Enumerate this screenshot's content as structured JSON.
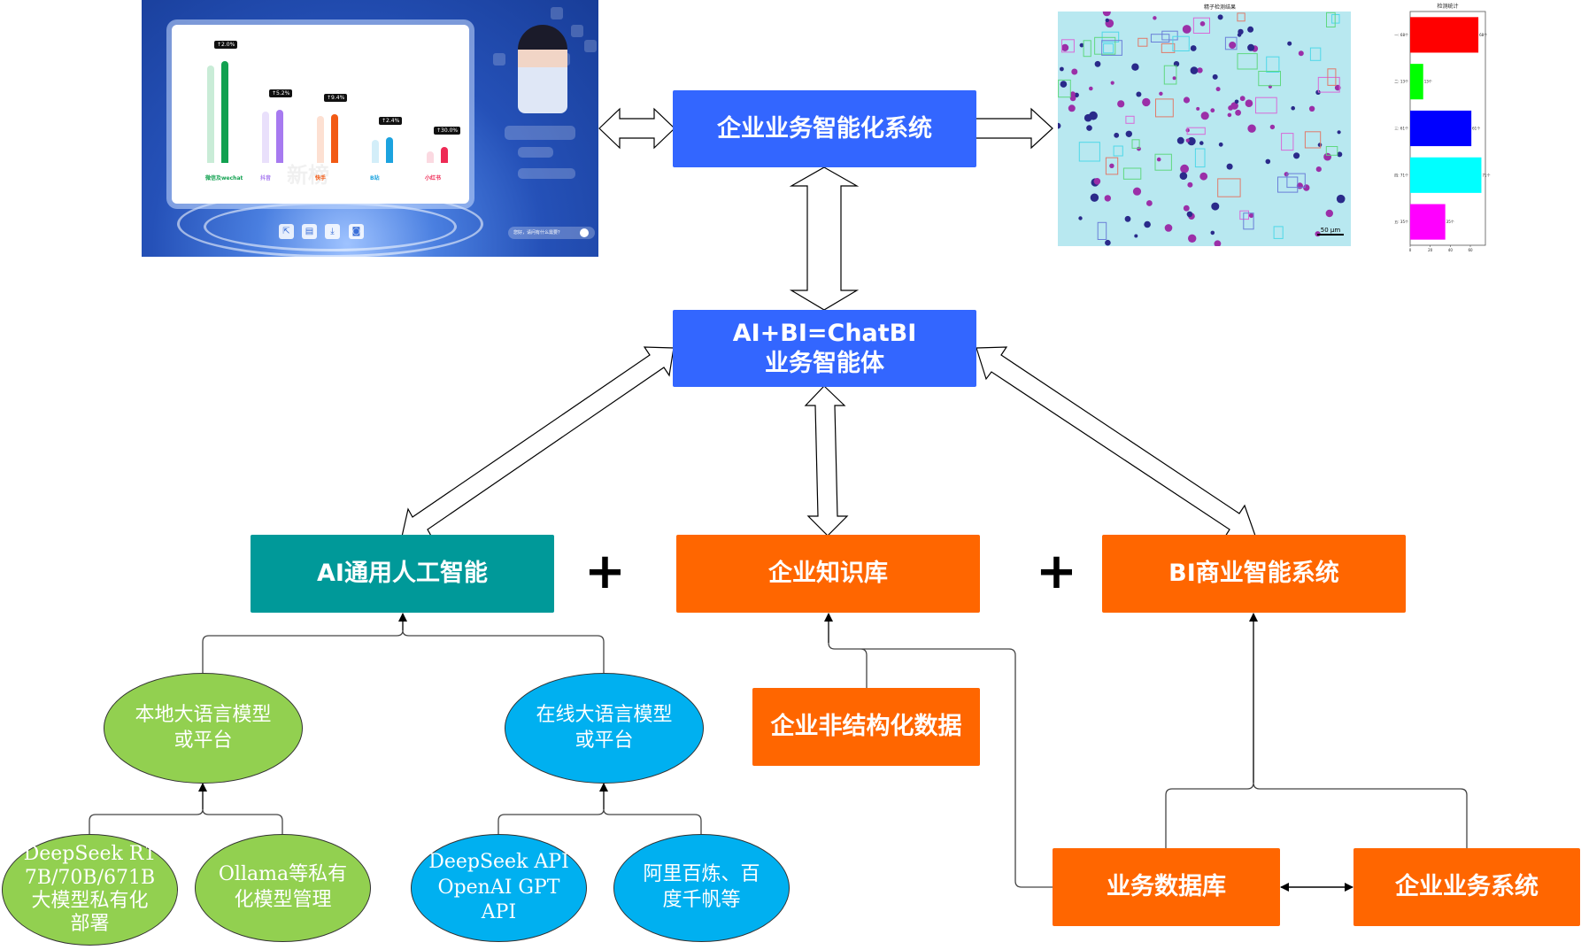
{
  "diagram": {
    "top_system": "企业业务智能化系统",
    "chatbi_line1": "AI+BI=ChatBI",
    "chatbi_line2": "业务智能体",
    "ai_box": "AI通用人工智能",
    "knowledge_box": "企业知识库",
    "bi_box": "BI商业智能系统",
    "unstructured_box": "企业非结构化数据",
    "business_db_box": "业务数据库",
    "business_system_box": "企业业务系统",
    "plus_symbol": "+",
    "local_llm": [
      "本地大语言模型",
      "或平台"
    ],
    "online_llm": [
      "在线大语言模型",
      "或平台"
    ],
    "deepseek_r1": [
      "DeepSeek R1",
      "7B/70B/671B",
      "大模型私有化",
      "部署"
    ],
    "ollama": [
      "Ollama等私有",
      "化模型管理"
    ],
    "deepseek_api": [
      "DeepSeek API",
      "OpenAI GPT",
      "API"
    ],
    "aliyun": [
      "阿里百炼、百",
      "度千帆等"
    ]
  },
  "colors": {
    "blue_box": "#3366FF",
    "teal_box": "#009999",
    "orange_box": "#FF6600",
    "green_ellipse": "#92D050",
    "cyan_ellipse": "#00B0F0"
  },
  "dashboard": {
    "platforms": [
      {
        "name": "微信及wechat",
        "growth": "2.0%",
        "color": "#12a150",
        "light": "#c9ecd7",
        "prev": 0.92,
        "cur": 0.96
      },
      {
        "name": "抖音",
        "growth": "5.2%",
        "color": "#a77af0",
        "light": "#e9e0fb",
        "prev": 0.48,
        "cur": 0.5
      },
      {
        "name": "快手",
        "growth": "9.4%",
        "color": "#f25a14",
        "light": "#fde0d2",
        "prev": 0.44,
        "cur": 0.46
      },
      {
        "name": "B站",
        "growth": "2.4%",
        "color": "#1ca3df",
        "light": "#d3eef9",
        "prev": 0.22,
        "cur": 0.24
      },
      {
        "name": "小红书",
        "growth": "30.0%",
        "color": "#ee2a55",
        "light": "#fbd9e1",
        "prev": 0.11,
        "cur": 0.15
      }
    ],
    "watermark": "新榜",
    "input_placeholder": "您好，请问有什么需要？"
  },
  "microscopy": {
    "title": "精子检测结果",
    "scale_label": "50 μm"
  },
  "chart_data": {
    "type": "bar",
    "orientation": "horizontal",
    "title": "检测统计",
    "categories": [
      "类别一: 68个",
      "类别二: 13个",
      "类别三: 61个",
      "类别四: 71个",
      "类别五: 35个"
    ],
    "values": [
      68,
      13,
      61,
      71,
      35
    ],
    "value_labels": [
      "68个",
      "13个",
      "61个",
      "71个",
      "35个"
    ],
    "colors": [
      "#FF0000",
      "#00FF00",
      "#0000FF",
      "#00FFFF",
      "#FF00FF"
    ],
    "xticks": [
      0,
      20,
      40,
      60
    ],
    "xlim": [
      0,
      75
    ],
    "xlabel": "",
    "ylabel": ""
  }
}
